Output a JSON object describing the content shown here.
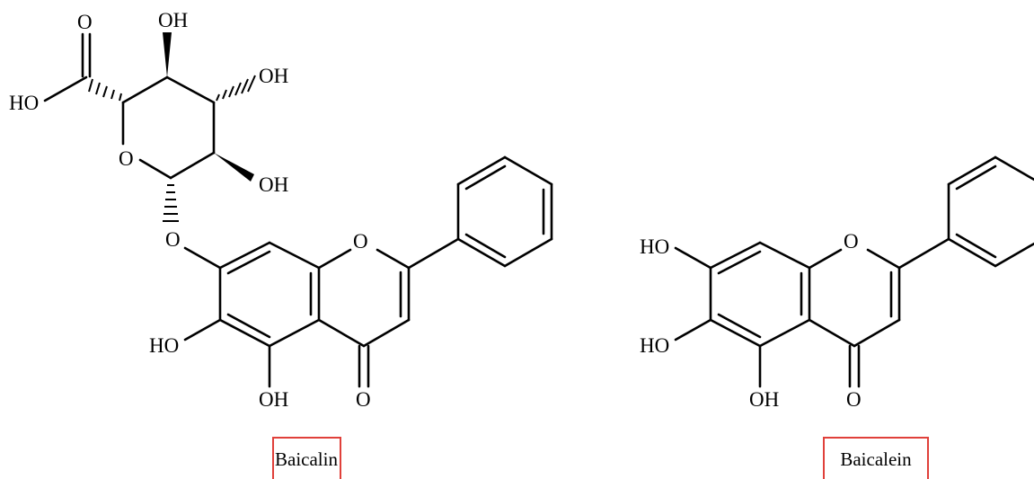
{
  "compounds": [
    {
      "name": "Baicalin",
      "atoms": {
        "carbonyl_o_top": "O",
        "carboxyl_oh": "HO",
        "oh_c4": "OH",
        "oh_c3": "OH",
        "ring_o": "O",
        "oh_c2": "OH",
        "glycosidic_o": "O",
        "flavone_ring_o": "O",
        "oh_c6": "HO",
        "oh_c5": "OH",
        "keto_o": "O"
      }
    },
    {
      "name": "Baicalein",
      "atoms": {
        "oh_c7": "HO",
        "flavone_ring_o": "O",
        "oh_c6": "HO",
        "oh_c5": "OH",
        "keto_o": "O"
      }
    }
  ],
  "colors": {
    "label_box": "#e0403a",
    "structure": "#000000"
  }
}
